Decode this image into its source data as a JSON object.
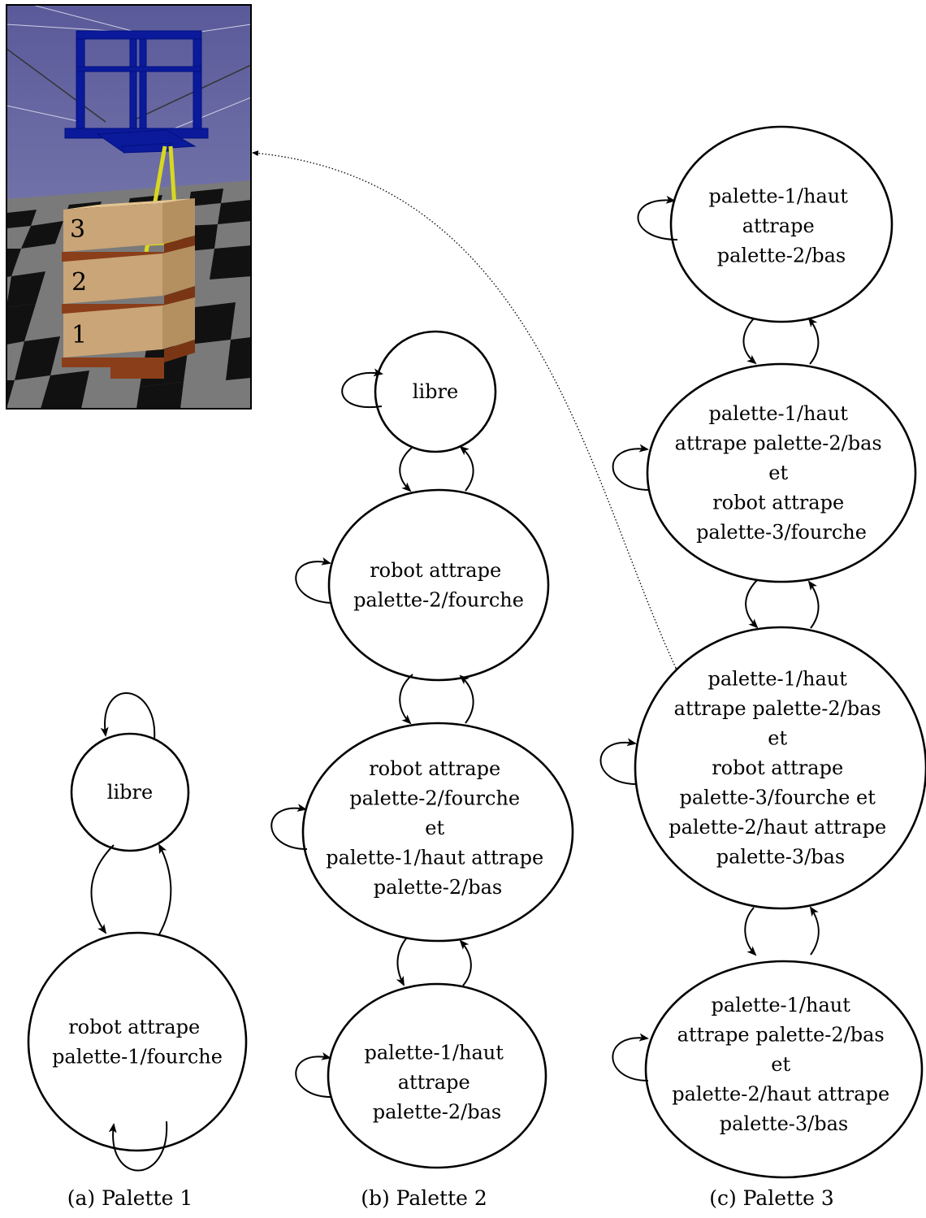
{
  "illustration": {
    "stack_labels": [
      "3",
      "2",
      "1"
    ]
  },
  "figures": [
    {
      "caption": "(a) Palette 1",
      "states": [
        {
          "lines": [
            "libre"
          ]
        },
        {
          "lines": [
            "robot attrape",
            "palette-1/fourche"
          ]
        }
      ]
    },
    {
      "caption": "(b) Palette 2",
      "states": [
        {
          "lines": [
            "libre"
          ]
        },
        {
          "lines": [
            "robot attrape",
            "palette-2/fourche"
          ]
        },
        {
          "lines": [
            "robot attrape",
            "palette-2/fourche",
            "et",
            "palette-1/haut attrape",
            "palette-2/bas"
          ]
        },
        {
          "lines": [
            "palette-1/haut",
            "attrape",
            "palette-2/bas"
          ]
        }
      ]
    },
    {
      "caption": "(c) Palette 3",
      "states": [
        {
          "lines": [
            "palette-1/haut",
            "attrape",
            "palette-2/bas"
          ]
        },
        {
          "lines": [
            "palette-1/haut",
            "attrape palette-2/bas",
            "et",
            "robot attrape",
            "palette-3/fourche"
          ]
        },
        {
          "lines": [
            "palette-1/haut",
            "attrape palette-2/bas",
            "et",
            "robot attrape",
            "palette-3/fourche et",
            "palette-2/haut attrape",
            "palette-3/bas"
          ]
        },
        {
          "lines": [
            "palette-1/haut",
            "attrape palette-2/bas",
            "et",
            "palette-2/haut attrape",
            "palette-3/bas"
          ]
        }
      ]
    }
  ]
}
